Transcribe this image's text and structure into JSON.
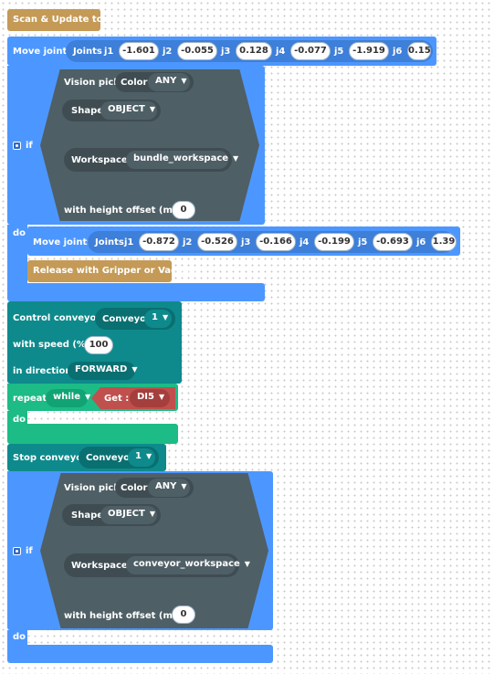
{
  "scan_block": {
    "label": "Scan & Update tool"
  },
  "move_joints_1": {
    "label": "Move joints",
    "joints_label": "Joints",
    "joints": [
      {
        "name": "j1",
        "value": "-1.601"
      },
      {
        "name": "j2",
        "value": "-0.055"
      },
      {
        "name": "j3",
        "value": "0.128"
      },
      {
        "name": "j4",
        "value": "-0.077"
      },
      {
        "name": "j5",
        "value": "-1.919"
      },
      {
        "name": "j6",
        "value": "0.15"
      }
    ]
  },
  "if_block_1": {
    "if_label": "if",
    "do_label": "do",
    "vision": {
      "label": "Vision pick",
      "color_label": "Color",
      "color_value": "ANY",
      "shape_label": "Shape",
      "shape_value": "OBJECT",
      "workspace_label": "Workspace :",
      "workspace_value": "bundle_workspace",
      "height_label": "with height offset (mm)",
      "height_value": "0"
    },
    "move_joints": {
      "label": "Move joints",
      "joints_label": "Joints",
      "joints": [
        {
          "name": "j1",
          "value": "-0.872"
        },
        {
          "name": "j2",
          "value": "-0.526"
        },
        {
          "name": "j3",
          "value": "-0.166"
        },
        {
          "name": "j4",
          "value": "-0.199"
        },
        {
          "name": "j5",
          "value": "-0.693"
        },
        {
          "name": "j6",
          "value": "1.39"
        }
      ]
    },
    "release": {
      "label": "Release with Gripper or Vacuum"
    }
  },
  "conveyor_control": {
    "label": "Control conveyor:",
    "conveyor_label": "Conveyor",
    "conveyor_value": "1",
    "speed_label": "with speed (%):",
    "speed_value": "100",
    "direction_label": "in direction:",
    "direction_value": "FORWARD"
  },
  "repeat_block": {
    "repeat_label": "repeat",
    "mode_value": "while",
    "get_label": "Get :",
    "get_value": "DI5",
    "do_label": "do"
  },
  "stop_conveyor": {
    "label": "Stop conveyor",
    "conveyor_label": "Conveyor",
    "conveyor_value": "1"
  },
  "if_block_2": {
    "if_label": "if",
    "do_label": "do",
    "vision": {
      "label": "Vision pick",
      "color_label": "Color",
      "color_value": "ANY",
      "shape_label": "Shape",
      "shape_value": "OBJECT",
      "workspace_label": "Workspace :",
      "workspace_value": "conveyor_workspace",
      "height_label": "with height offset (mm)",
      "height_value": "0"
    }
  },
  "colors": {
    "motion_blue": "#4c97ff",
    "tool_tan": "#c49a56",
    "conveyor_teal": "#0e8a8c",
    "loop_green": "#1dbb86",
    "vision_slate": "#4f5f66",
    "io_red": "#c0504d"
  },
  "icons": [
    "gear-icon",
    "dropdown-arrow-icon"
  ]
}
